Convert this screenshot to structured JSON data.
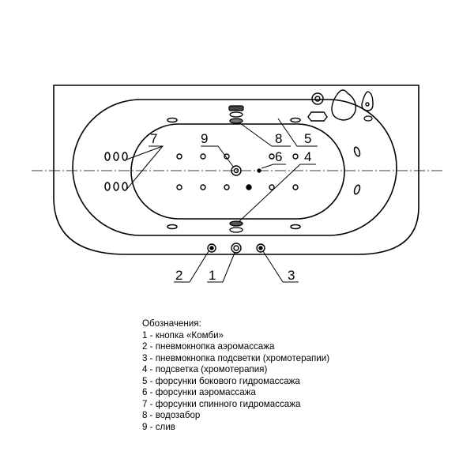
{
  "callouts": {
    "c1": "1",
    "c2": "2",
    "c3": "3",
    "c4": "4",
    "c5": "5",
    "c6": "6",
    "c7": "7",
    "c8": "8",
    "c9": "9"
  },
  "legend": {
    "title": "Обозначения:",
    "items": [
      "1 - кнопка «Комби»",
      "2 - пневмокнопка аэромассажа",
      "3 - пневмокнопка подсветки (хромотерапии)",
      "4 - подсветка (хромотерапия)",
      "5 - форсунки бокового гидромассажа",
      "6 - форсунки аэромассажа",
      "7 - форсунки спинного гидромассажа",
      "8 - водозабор",
      "9 - слив"
    ]
  }
}
